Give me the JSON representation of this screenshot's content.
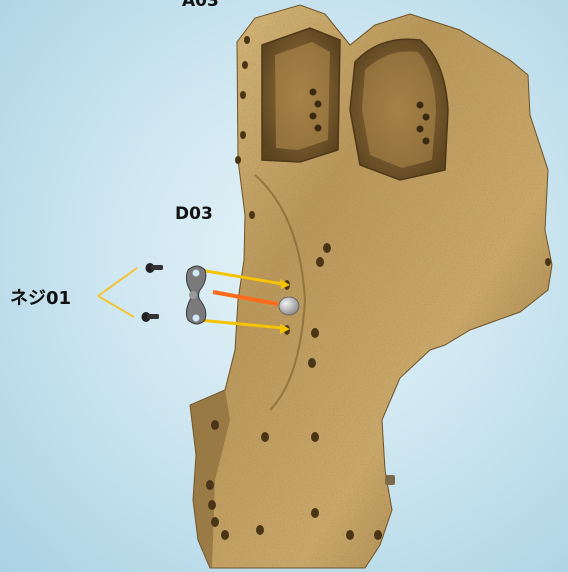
{
  "labels": {
    "part_a": "A03",
    "part_d": "D03",
    "screw": "ネジ01"
  },
  "colors": {
    "background": "#cfe7f1",
    "brass_light": "#c8a565",
    "brass_dark": "#6e5228",
    "arrow_yellow": "#f5c400",
    "arrow_orange": "#ff6a1a",
    "leader_line": "#f4c430"
  },
  "icons": {
    "screw": "screw-icon",
    "bracket": "bracket-icon",
    "knob": "knob-icon"
  }
}
